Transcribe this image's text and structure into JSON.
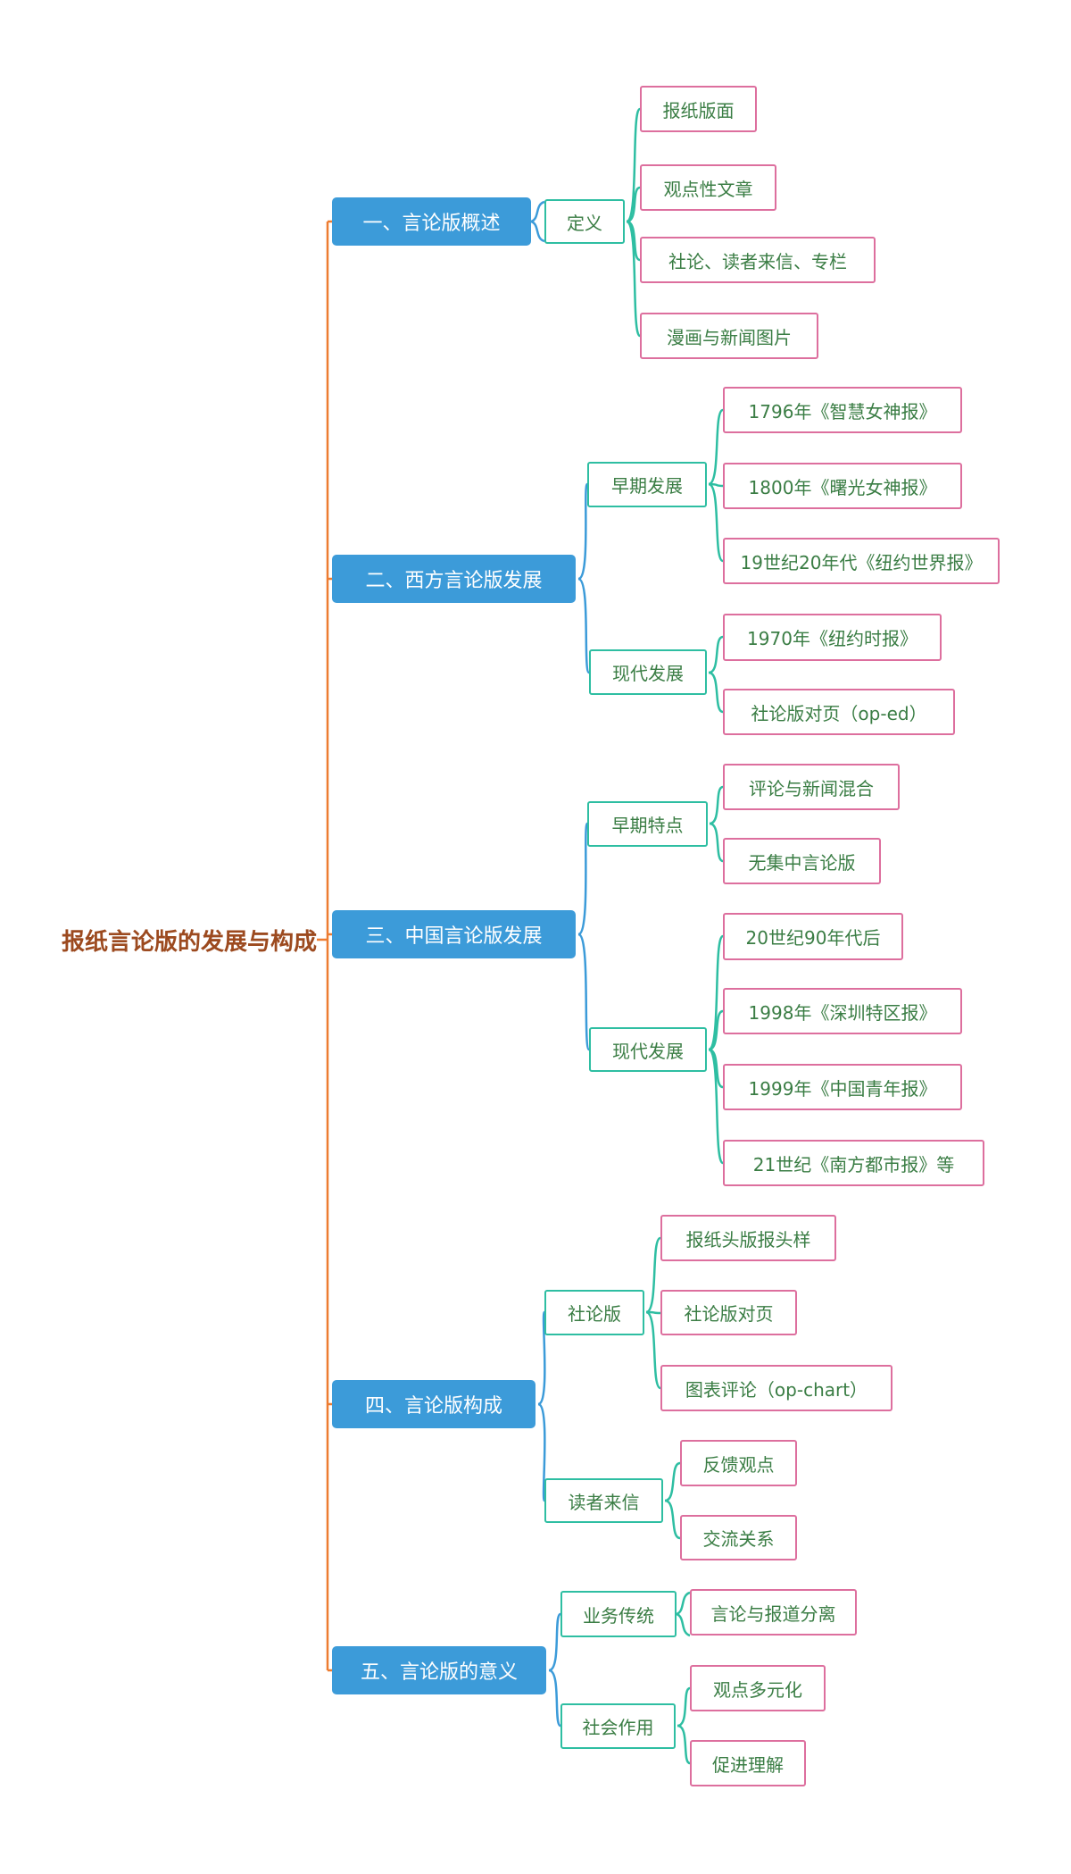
{
  "mindmap": {
    "title": "报纸言论版的发展与构成",
    "branches": [
      {
        "label": "一、言论版概述",
        "children": [
          {
            "label": "定义",
            "leaves": [
              "报纸版面",
              "观点性文章",
              "社论、读者来信、专栏",
              "漫画与新闻图片"
            ]
          }
        ]
      },
      {
        "label": "二、西方言论版发展",
        "children": [
          {
            "label": "早期发展",
            "leaves": [
              "1796年《智慧女神报》",
              "1800年《曙光女神报》",
              "19世纪20年代《纽约世界报》"
            ]
          },
          {
            "label": "现代发展",
            "leaves": [
              "1970年《纽约时报》",
              "社论版对页（op-ed）"
            ]
          }
        ]
      },
      {
        "label": "三、中国言论版发展",
        "children": [
          {
            "label": "早期特点",
            "leaves": [
              "评论与新闻混合",
              "无集中言论版"
            ]
          },
          {
            "label": "现代发展",
            "leaves": [
              "20世纪90年代后",
              "1998年《深圳特区报》",
              "1999年《中国青年报》",
              "21世纪《南方都市报》等"
            ]
          }
        ]
      },
      {
        "label": "四、言论版构成",
        "children": [
          {
            "label": "社论版",
            "leaves": [
              "报纸头版报头样",
              "社论版对页",
              "图表评论（op-chart）"
            ]
          },
          {
            "label": "读者来信",
            "leaves": [
              "反馈观点",
              "交流关系"
            ]
          }
        ]
      },
      {
        "label": "五、言论版的意义",
        "children": [
          {
            "label": "业务传统",
            "leaves": [
              "言论与报道分离"
            ]
          },
          {
            "label": "社会作用",
            "leaves": [
              "观点多元化",
              "促进理解"
            ]
          }
        ]
      }
    ]
  },
  "colors": {
    "branch_fill": "#3C9BD9",
    "branch_text": "#FFFFFF",
    "sub_node_border": "#2EBEA2",
    "leaf_node_border": "#DD6F9E",
    "node_text": "#3A7D44",
    "root_text": "#9C4A1F",
    "spine": "#ED7C31",
    "background": "#FFFFFF"
  }
}
